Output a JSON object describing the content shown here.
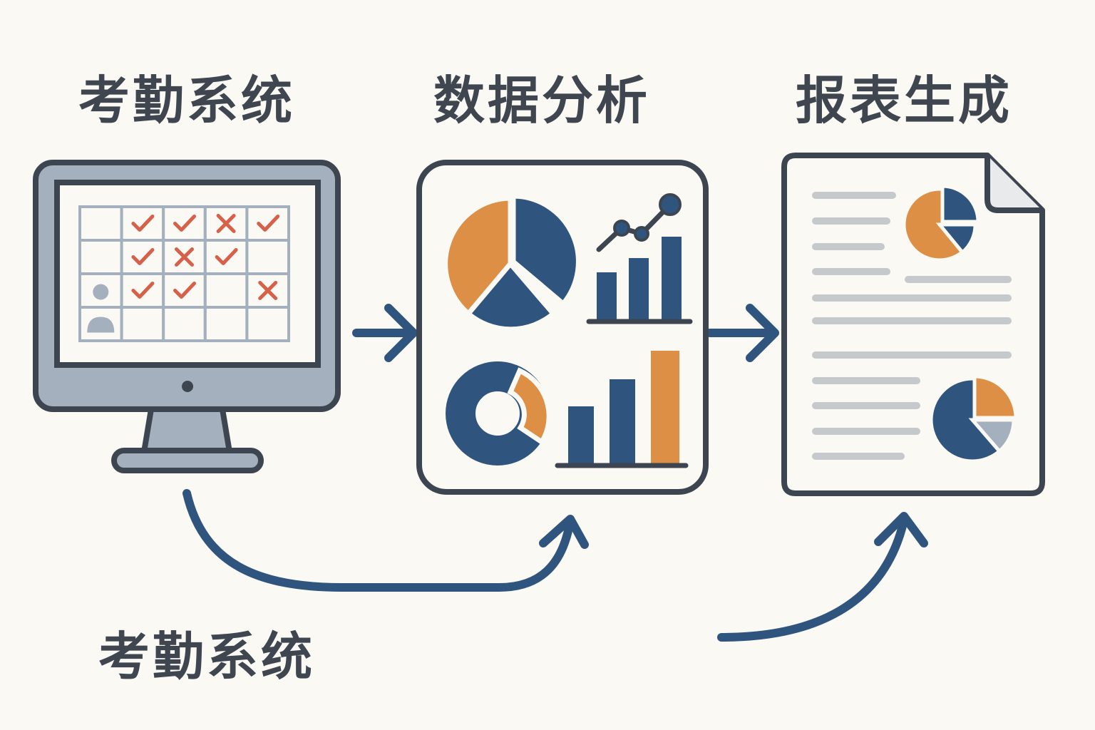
{
  "steps": [
    {
      "title": "考勤系统"
    },
    {
      "title": "数据分析"
    },
    {
      "title": "报表生成"
    }
  ],
  "bottom_label": "考勤系统",
  "attendance_grid": [
    [
      "",
      "check",
      "check",
      "cross",
      "check"
    ],
    [
      "",
      "check",
      "cross",
      "check",
      ""
    ],
    [
      "avatar",
      "check",
      "check",
      "",
      "cross"
    ],
    [
      "avatar",
      "",
      "",
      "",
      ""
    ]
  ],
  "colors": {
    "background": "#fbf9f4",
    "outline": "#3d4650",
    "blue": "#2f557f",
    "orange": "#dc8f45",
    "gray": "#c6c9cc",
    "check_red": "#d6604a"
  }
}
